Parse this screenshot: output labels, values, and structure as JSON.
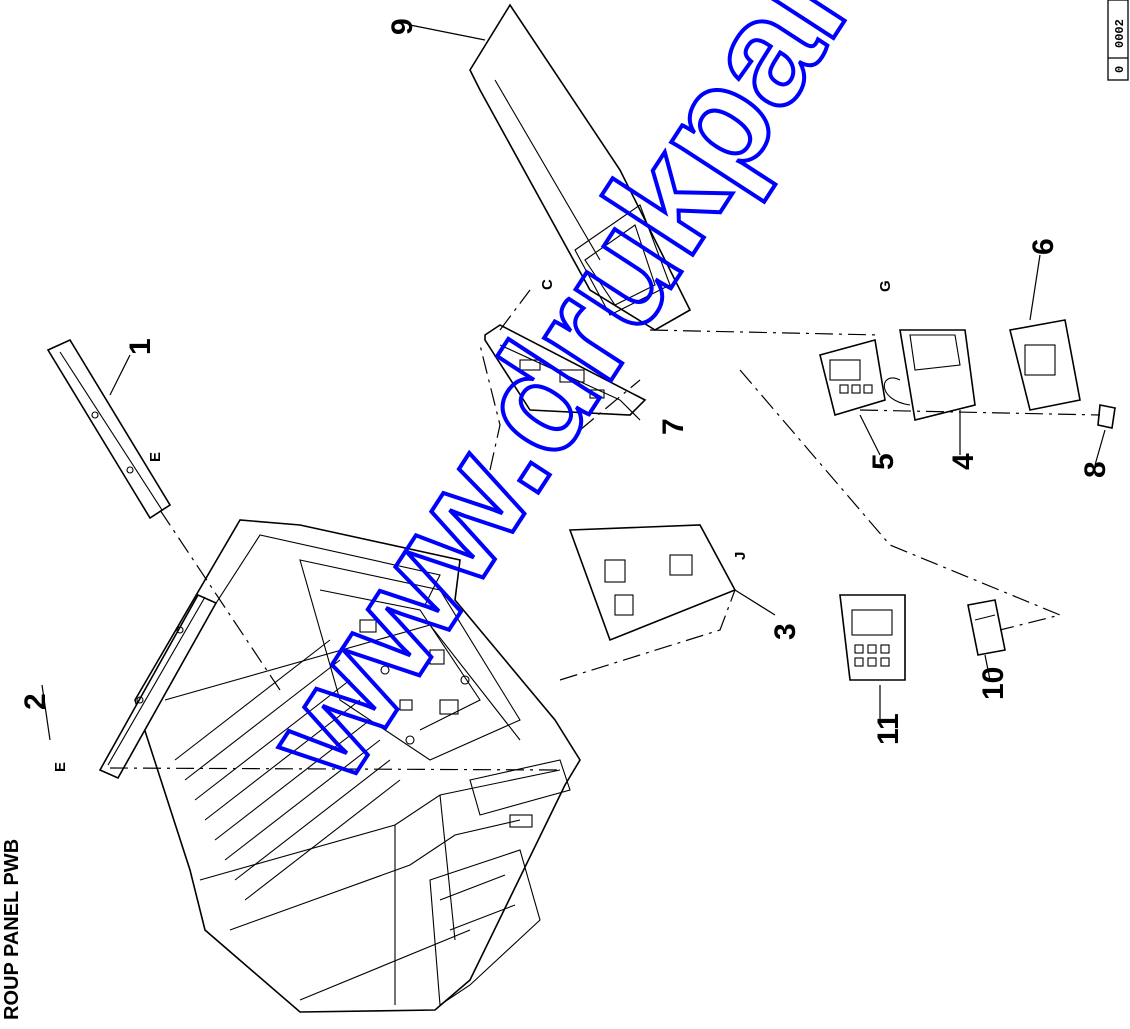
{
  "header": {
    "rotated_title": "ROUP PANEL PWB"
  },
  "stamp": {
    "revision": "0",
    "sheet": "0002"
  },
  "callouts": {
    "part_1": "1",
    "part_2": "2",
    "part_3": "3",
    "part_4": "4",
    "part_5": "5",
    "part_6": "6",
    "part_7": "7",
    "part_8": "8",
    "part_9": "9",
    "part_10": "10",
    "part_11": "11"
  },
  "connection_letters": {
    "e_left": "E",
    "e_right": "E",
    "c": "C",
    "g": "G",
    "j": "J"
  },
  "watermark": {
    "text": "www.drukparts",
    "color": "#0000ff"
  }
}
